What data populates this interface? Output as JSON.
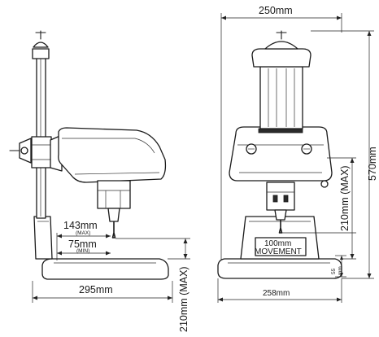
{
  "side_view": {
    "depth_label": "295mm",
    "stroke_max_label": "143mm",
    "stroke_max_note": "(MAX)",
    "stroke_min_label": "75mm",
    "stroke_min_note": "(MIN)",
    "height_max_label": "210mm (MAX)"
  },
  "front_view": {
    "width_top_label": "250mm",
    "width_base_label": "258mm",
    "total_height_label": "570mm",
    "height_max_label": "210mm (MAX)",
    "movement_value": "100mm",
    "movement_caption": "MOVEMENT",
    "base_height_value": "55",
    "base_height_unit": "mm"
  },
  "colors": {
    "line": "#1a1a1a",
    "fill": "#ffffff",
    "shade": "#e9e9e9"
  }
}
